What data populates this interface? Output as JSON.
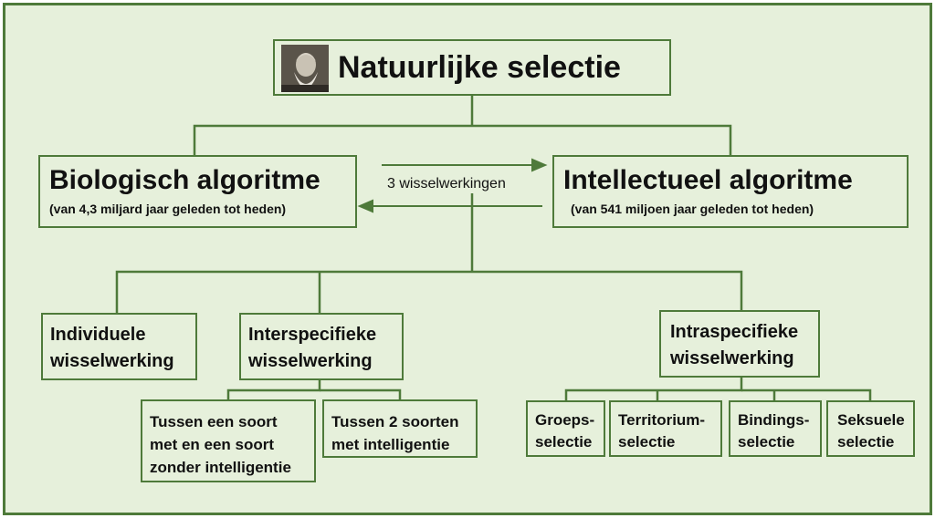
{
  "diagram": {
    "root": {
      "title": "Natuurlijke selectie",
      "portrait_icon": "charles-darwin-portrait"
    },
    "biological": {
      "title": "Biologisch algoritme",
      "subtitle": "(van 4,3 miljard jaar geleden tot heden)"
    },
    "intellectual": {
      "title": "Intellectueel algoritme",
      "subtitle": "(van 541 miljoen jaar geleden tot heden)"
    },
    "exchange_label": "3 wisselwerkingen",
    "individual": {
      "line1": "Individuele",
      "line2": "wisselwerking"
    },
    "interspecific": {
      "line1": "Interspecifieke",
      "line2": "wisselwerking",
      "children": [
        {
          "line1": "Tussen een soort",
          "line2": "met en een soort",
          "line3": "zonder intelligentie"
        },
        {
          "line1": "Tussen 2 soorten",
          "line2": "met intelligentie"
        }
      ]
    },
    "intraspecific": {
      "line1": "Intraspecifieke",
      "line2": "wisselwerking",
      "children": [
        {
          "line1": "Groeps-",
          "line2": "selectie"
        },
        {
          "line1": "Territorium-",
          "line2": "selectie"
        },
        {
          "line1": "Bindings-",
          "line2": "selectie"
        },
        {
          "line1": "Seksuele",
          "line2": "selectie"
        }
      ]
    },
    "colors": {
      "accent": "#4e7a3a",
      "background": "#e6f0db",
      "text": "#111111"
    }
  }
}
